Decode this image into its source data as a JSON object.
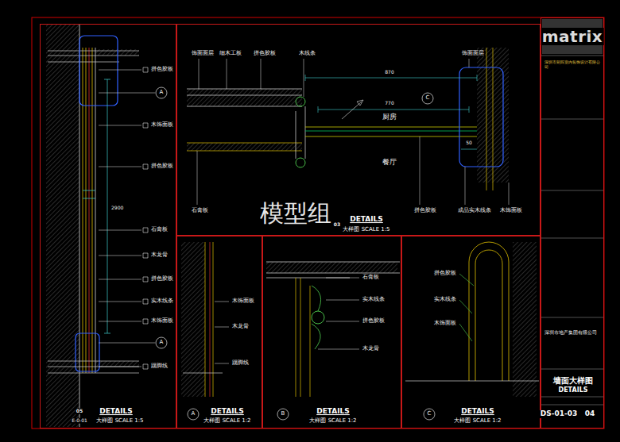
{
  "diagram": {
    "nodes": [
      {
        "text": [
          "DETAILS",
          "大样图 SCALE 1:5"
        ]
      },
      {
        "text": [
          "DETAILS",
          "大样图 SCALE 1:5"
        ]
      },
      {
        "text": [
          "DETAILS",
          "大样图 SCALE 1:2"
        ]
      },
      {
        "text": [
          "DETAILS",
          "大样图 SCALE 1:2"
        ]
      },
      {
        "text": [
          "DETAILS",
          "大样图 SCALE 1:2"
        ]
      },
      {
        "text": [
          "墙面大样图",
          "DETAILS"
        ]
      }
    ],
    "labels": [
      "模型组",
      "matrix",
      "深圳市矩阵室内装饰设计有限公司",
      "深圳市地产集团有限公司",
      "DS-01-03",
      "04",
      "厨房",
      "餐厅",
      "870",
      "770",
      "50",
      "2900",
      "A",
      "A",
      "C",
      "A",
      "B",
      "C",
      "05",
      "E-0-01",
      "03",
      "拼色胶板",
      "木饰面板",
      "拼色胶板",
      "石膏板",
      "木龙骨",
      "拼色胶板",
      "实木线条",
      "木饰面板",
      "踢脚线",
      "饰面面层",
      "细木工板",
      "拼色胶板",
      "木线条",
      "饰面面层",
      "石膏板",
      "拼色胶板",
      "成品实木线条",
      "木饰面板",
      "木饰面板",
      "木龙骨",
      "踢脚线",
      "石膏板",
      "实木线条",
      "拼色胶板",
      "木龙骨",
      "拼色胶板",
      "实木线条",
      "木饰面板"
    ]
  }
}
